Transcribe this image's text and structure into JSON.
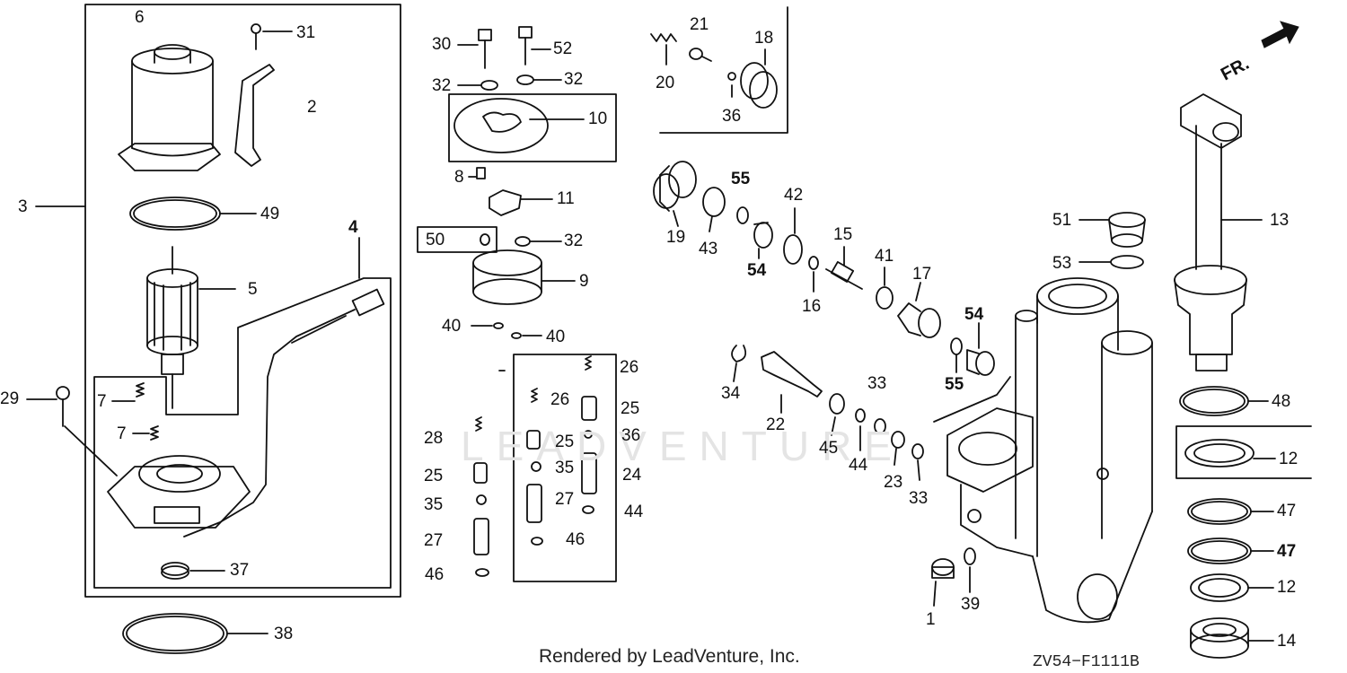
{
  "watermark": "LEADVENTURE",
  "footer": {
    "rendered_by": "Rendered by LeadVenture, Inc.",
    "diagram_code": "ZV54−F1111B"
  },
  "direction_label": "FR.",
  "callouts": [
    {
      "id": "c6",
      "text": "6"
    },
    {
      "id": "c31",
      "text": "31"
    },
    {
      "id": "c2",
      "text": "2"
    },
    {
      "id": "c3",
      "text": "3"
    },
    {
      "id": "c49",
      "text": "49"
    },
    {
      "id": "c4",
      "text": "4"
    },
    {
      "id": "c5",
      "text": "5"
    },
    {
      "id": "c29",
      "text": "29"
    },
    {
      "id": "c7a",
      "text": "7"
    },
    {
      "id": "c7b",
      "text": "7"
    },
    {
      "id": "c37",
      "text": "37"
    },
    {
      "id": "c38",
      "text": "38"
    },
    {
      "id": "c30",
      "text": "30"
    },
    {
      "id": "c52",
      "text": "52"
    },
    {
      "id": "c32a",
      "text": "32"
    },
    {
      "id": "c32b",
      "text": "32"
    },
    {
      "id": "c10",
      "text": "10"
    },
    {
      "id": "c8",
      "text": "8"
    },
    {
      "id": "c11",
      "text": "11"
    },
    {
      "id": "c50",
      "text": "50"
    },
    {
      "id": "c32c",
      "text": "32"
    },
    {
      "id": "c9",
      "text": "9"
    },
    {
      "id": "c40a",
      "text": "40"
    },
    {
      "id": "c40b",
      "text": "40"
    },
    {
      "id": "c26a",
      "text": "26"
    },
    {
      "id": "c26b",
      "text": "26"
    },
    {
      "id": "c25a",
      "text": "25"
    },
    {
      "id": "c28",
      "text": "28"
    },
    {
      "id": "c25b",
      "text": "25"
    },
    {
      "id": "c36b",
      "text": "36"
    },
    {
      "id": "c25c",
      "text": "25"
    },
    {
      "id": "c35a",
      "text": "35"
    },
    {
      "id": "c24",
      "text": "24"
    },
    {
      "id": "c35b",
      "text": "35"
    },
    {
      "id": "c27a",
      "text": "27"
    },
    {
      "id": "c44a",
      "text": "44"
    },
    {
      "id": "c27b",
      "text": "27"
    },
    {
      "id": "c46a",
      "text": "46"
    },
    {
      "id": "c46b",
      "text": "46"
    },
    {
      "id": "c21",
      "text": "21"
    },
    {
      "id": "c18",
      "text": "18"
    },
    {
      "id": "c20",
      "text": "20"
    },
    {
      "id": "c36a",
      "text": "36"
    },
    {
      "id": "c19",
      "text": "19"
    },
    {
      "id": "c43",
      "text": "43"
    },
    {
      "id": "c55a",
      "text": "55"
    },
    {
      "id": "c54a",
      "text": "54"
    },
    {
      "id": "c42",
      "text": "42"
    },
    {
      "id": "c15",
      "text": "15"
    },
    {
      "id": "c16",
      "text": "16"
    },
    {
      "id": "c41",
      "text": "41"
    },
    {
      "id": "c17",
      "text": "17"
    },
    {
      "id": "c54b",
      "text": "54"
    },
    {
      "id": "c55b",
      "text": "55"
    },
    {
      "id": "c34",
      "text": "34"
    },
    {
      "id": "c22",
      "text": "22"
    },
    {
      "id": "c45",
      "text": "45"
    },
    {
      "id": "c44b",
      "text": "44"
    },
    {
      "id": "c33a",
      "text": "33"
    },
    {
      "id": "c23",
      "text": "23"
    },
    {
      "id": "c33b",
      "text": "33"
    },
    {
      "id": "c1",
      "text": "1"
    },
    {
      "id": "c39",
      "text": "39"
    },
    {
      "id": "c51",
      "text": "51"
    },
    {
      "id": "c53",
      "text": "53"
    },
    {
      "id": "c13",
      "text": "13"
    },
    {
      "id": "c48",
      "text": "48"
    },
    {
      "id": "c12a",
      "text": "12"
    },
    {
      "id": "c47a",
      "text": "47"
    },
    {
      "id": "c47b",
      "text": "47"
    },
    {
      "id": "c12b",
      "text": "12"
    },
    {
      "id": "c14",
      "text": "14"
    }
  ]
}
